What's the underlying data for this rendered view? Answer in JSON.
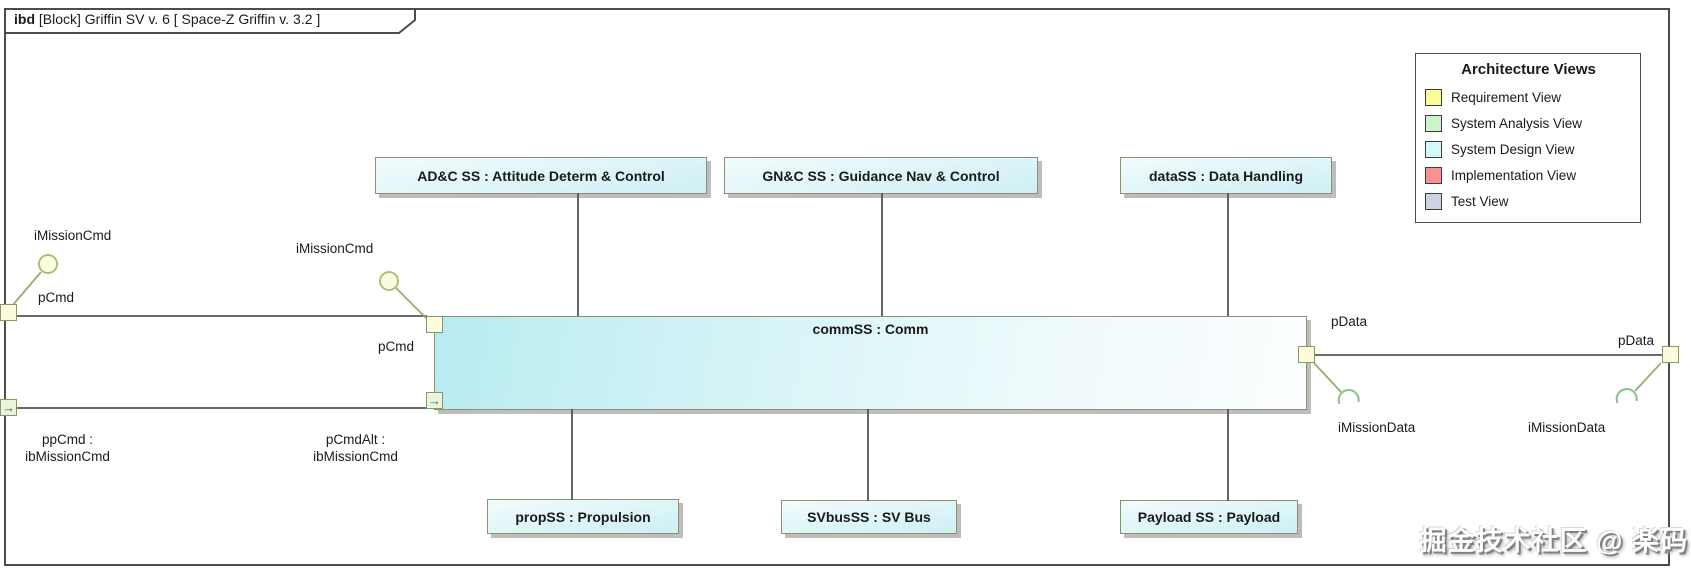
{
  "header": {
    "tab_kind": "ibd",
    "tab_title": "[Block] Griffin SV v. 6 [ Space-Z Griffin v. 3.2 ]"
  },
  "legend": {
    "title": "Architecture Views",
    "items": [
      {
        "label": "Requirement View",
        "color": "#fbfb99"
      },
      {
        "label": "System Analysis View",
        "color": "#c9f5c9"
      },
      {
        "label": "System Design View",
        "color": "#d2fafa"
      },
      {
        "label": "Implementation View",
        "color": "#fb9090"
      },
      {
        "label": "Test View",
        "color": "#ccd3e3"
      }
    ]
  },
  "blocks": {
    "adc": {
      "label": "AD&C SS : Attitude Determ & Control"
    },
    "gnc": {
      "label": "GN&C SS : Guidance Nav & Control"
    },
    "datah": {
      "label": "dataSS : Data Handling"
    },
    "comm": {
      "label": "commSS : Comm"
    },
    "prop": {
      "label": "propSS : Propulsion"
    },
    "svbus": {
      "label": "SVbusSS : SV Bus"
    },
    "payload": {
      "label": "Payload SS : Payload"
    }
  },
  "ports": {
    "frame_cmd": {
      "interface_label": "iMissionCmd",
      "port_label": "pCmd"
    },
    "comm_cmd": {
      "interface_label": "iMissionCmd",
      "port_label": "pCmd"
    },
    "frame_flow": {
      "label_line1": "ppCmd :",
      "label_line2": "ibMissionCmd"
    },
    "comm_flow": {
      "label_line1": "pCmdAlt :",
      "label_line2": "ibMissionCmd"
    },
    "comm_data": {
      "port_label": "pData",
      "interface_label": "iMissionData"
    },
    "frame_data": {
      "port_label": "pData",
      "interface_label": "iMissionData"
    }
  },
  "icons": {
    "flow_arrow": "→"
  },
  "colors": {
    "block_border": "#8f8f6a",
    "connector": "#565656",
    "port_fill": "#fcfcdc",
    "flow_port_fill": "#e9f3dd",
    "port_border": "#7d9c66",
    "interface_stroke": "#96ad72",
    "socket_stroke": "#8cc08c"
  },
  "watermark": "掘金技术社区 @ 楽码"
}
